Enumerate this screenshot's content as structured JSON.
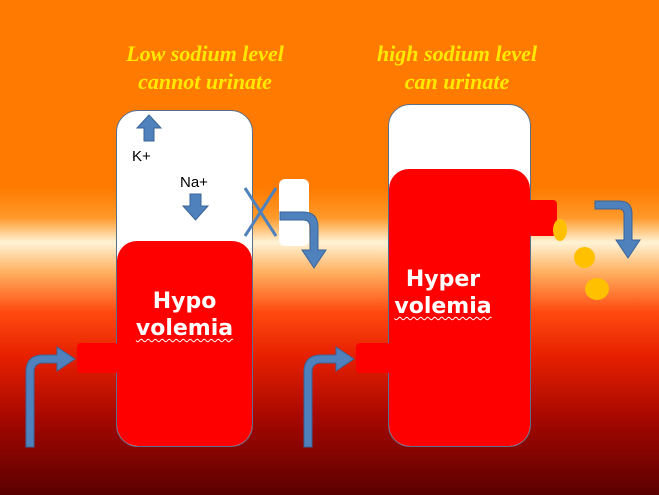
{
  "captions": {
    "left_line1": "Low sodium level",
    "left_line2": "cannot urinate",
    "right_line1": "high sodium level",
    "right_line2": "can  urinate"
  },
  "left_vessel": {
    "label_line1": "Hypo",
    "label_line2": "volemia",
    "ion_top": "K+",
    "ion_mid": "Na+"
  },
  "right_vessel": {
    "label_line1": "Hyper",
    "label_line2": "volemia"
  },
  "colors": {
    "fluid": "#ff0000",
    "arrow": "#4f81bd",
    "caption": "#ffe800",
    "drops": "#ffc000"
  },
  "icons": [
    "up-arrow-icon",
    "down-arrow-icon",
    "blocked-cross-icon",
    "bent-arrow-icon",
    "urine-drop-icon"
  ]
}
